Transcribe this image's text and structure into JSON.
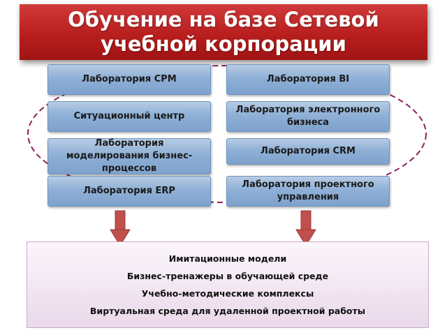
{
  "title": "Обучение на базе Сетевой учебной корпорации",
  "labs_left": [
    "Лаборатория CPM",
    "Ситуационный центр",
    "Лаборатория моделирования бизнес-процессов",
    "Лаборатория ERP"
  ],
  "labs_right": [
    "Лаборатория BI",
    "Лаборатория электронного бизнеса",
    "Лаборатория CRM",
    "Лаборатория проектного управления"
  ],
  "outcomes": [
    "Имитационные модели",
    "Бизнес-тренажеры в обучающей среде",
    "Учебно-методические комплексы",
    "Виртуальная среда для удаленной проектной работы"
  ],
  "colors": {
    "title_red": "#b81e1e",
    "lab_blue": "#8fb0d6",
    "ellipse_dash": "#8b1f5c",
    "arrow_red": "#c0504d",
    "outcome_bg": "#ead9ea"
  }
}
